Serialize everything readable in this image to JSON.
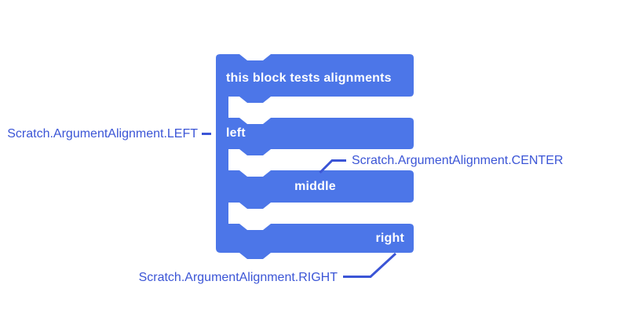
{
  "figure": {
    "background": "#ffffff"
  },
  "block": {
    "fill": "#4C76E8",
    "text_color": "#ffffff",
    "header": {
      "label": "this block tests alignments"
    },
    "rows": [
      {
        "label": "left",
        "align": "left"
      },
      {
        "label": "middle",
        "align": "center"
      },
      {
        "label": "right",
        "align": "right"
      }
    ]
  },
  "annotations": {
    "color": "#3B55D6",
    "left": {
      "label": "Scratch.ArgumentAlignment.LEFT"
    },
    "center": {
      "label": "Scratch.ArgumentAlignment.CENTER"
    },
    "right": {
      "label": "Scratch.ArgumentAlignment.RIGHT"
    }
  }
}
